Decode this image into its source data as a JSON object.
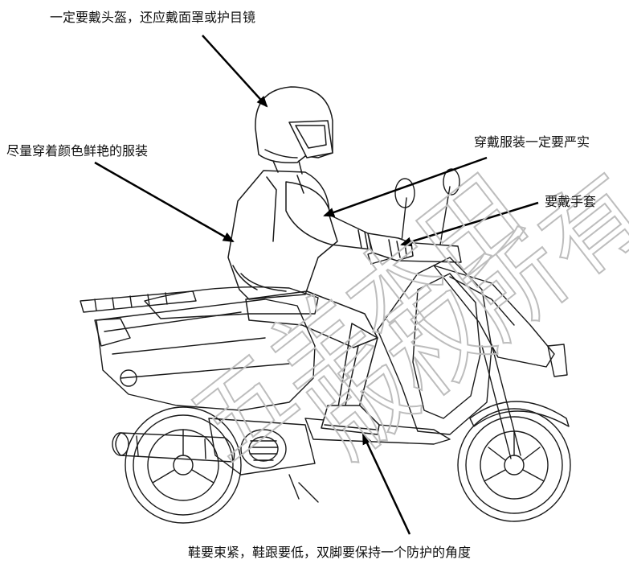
{
  "labels": {
    "helmet": "一定要戴头盔，还应戴面罩或护目镜",
    "clothing": "尽量穿着颜色鲜艳的服装",
    "tight_clothing": "穿戴服装一定要严实",
    "gloves": "要戴手套",
    "shoes": "鞋要束紧，鞋跟要低，双脚要保持一个防护的角度"
  },
  "watermark": {
    "line1": "五羊本田",
    "line2": "版权所有"
  },
  "colors": {
    "line": "#1a1a1a",
    "arrow": "#000000",
    "watermark": "#bdbdbd"
  }
}
